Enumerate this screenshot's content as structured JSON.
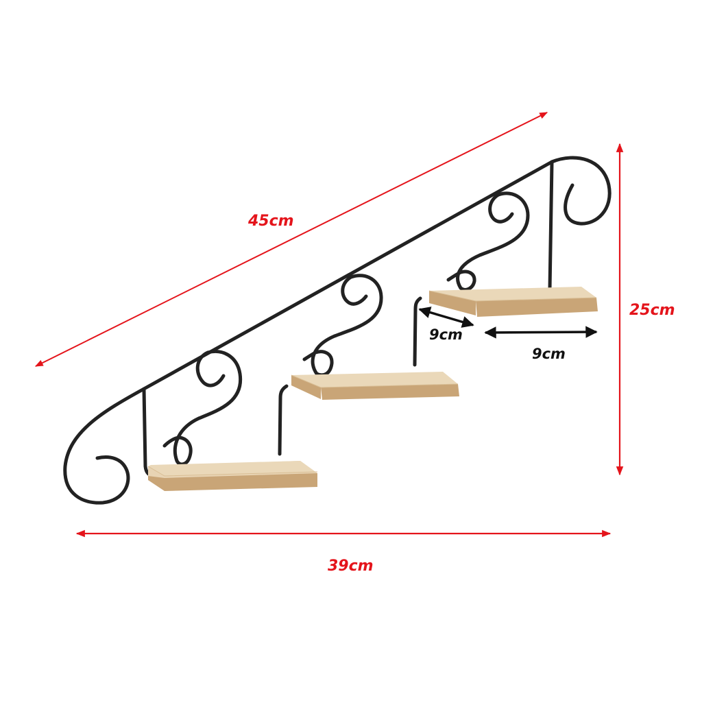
{
  "diagram": {
    "subject": "3-tier stair-step wall shelf with scrolled black iron railing and wooden boards",
    "colors": {
      "background": "#ffffff",
      "dimension_red": "#e4141b",
      "dimension_black": "#111111",
      "iron": "#222222",
      "wood_top": "#e8d4b4",
      "wood_edge": "#c9a577"
    },
    "dimensions": {
      "diagonal_length": "45cm",
      "height": "25cm",
      "width": "39cm",
      "shelf_depth": "9cm",
      "shelf_width": "9cm"
    },
    "shelves": [
      {
        "id": "bottom-shelf"
      },
      {
        "id": "middle-shelf"
      },
      {
        "id": "top-shelf"
      }
    ]
  }
}
